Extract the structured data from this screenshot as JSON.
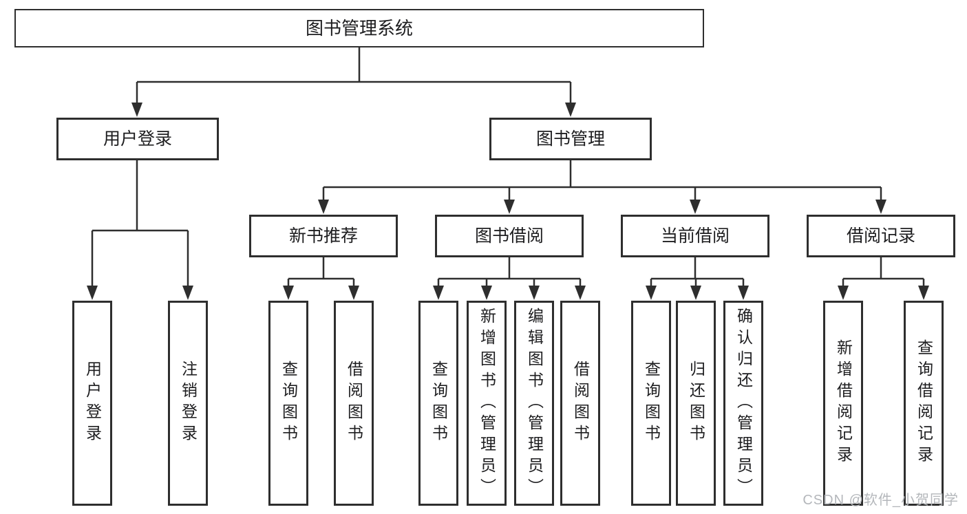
{
  "diagram": {
    "title": "图书管理系统",
    "level2": {
      "user_login": "用户登录",
      "book_mgmt": "图书管理"
    },
    "level3": {
      "new_book_rec": "新书推荐",
      "book_borrow": "图书借阅",
      "current_borrow": "当前借阅",
      "borrow_records": "借阅记录"
    },
    "leaves": {
      "user_login": "用户登录",
      "logout": "注销登录",
      "rec_query_book": "查询图书",
      "rec_borrow_book": "借阅图书",
      "bor_query_book": "查询图书",
      "bor_add_book": "新增图书（管理员）",
      "bor_edit_book": "编辑图书（管理员）",
      "bor_borrow_book": "借阅图书",
      "cur_query_book": "查询图书",
      "cur_return_book": "归还图书",
      "cur_confirm_return": "确认归还（管理员）",
      "rec_add_record": "新增借阅记录",
      "rec_query_record": "查询借阅记录"
    },
    "watermark": "CSDN @软件_小贺同学",
    "colors": {
      "line": "#2e2e2e",
      "text": "#1d1d1f",
      "watermark": "#b4b7bb",
      "background": "#ffffff"
    }
  }
}
